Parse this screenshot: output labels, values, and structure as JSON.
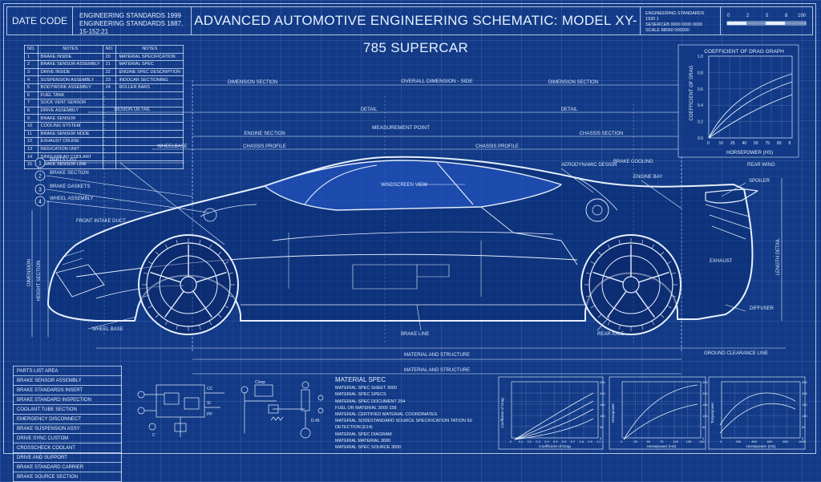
{
  "header": {
    "date_code": "DATE CODE",
    "std_line1": "ENGINEERING STANDARDS 1999",
    "std_line2": "ENGINEERING STANDARDS 1887, 15-152:21",
    "title": "ADVANCED AUTOMOTIVE ENGINEERING SCHEMATIC: MODEL XY-785 SUPERCAR",
    "right_std": [
      "ENGINEERING STANDARDS 1920 1",
      "SESERCEB 0000 0000 0000",
      "SCALE 88060 000000"
    ],
    "scale_ticks": [
      "0",
      "2",
      "5",
      "8",
      "100"
    ]
  },
  "notes_table": {
    "headers": [
      "NO.",
      "NOTES",
      "NO.",
      "NOTES"
    ],
    "rows": [
      [
        "1",
        "BRAKE INSIDE",
        "20",
        "MATERIAL SPECIFICATION"
      ],
      [
        "2",
        "BRAKE SENSOR ASSEMBLY",
        "21",
        "MATERIAL SPEC"
      ],
      [
        "3",
        "DRIVE INSIDE",
        "22",
        "ENGINE SPEC DESCRIPTION"
      ],
      [
        "4",
        "SUSPENSION ASSEMBLY",
        "23",
        "INDOCAR SECTIONING"
      ],
      [
        "5",
        "BODYWORK ASSEMBLY",
        "24",
        "ROLLER BARS"
      ],
      [
        "6",
        "FUEL TANK",
        "",
        ""
      ],
      [
        "7",
        "SOCK VENT SENSOR",
        "",
        ""
      ],
      [
        "8",
        "DRIVE ASSEMBLY",
        "",
        ""
      ],
      [
        "9",
        "BRAKE SENSOR",
        "",
        ""
      ],
      [
        "10",
        "COOLING SYSTEM",
        "",
        ""
      ],
      [
        "11",
        "BRAKE SENSOR NODE",
        "",
        ""
      ],
      [
        "12",
        "EXHAUST CRUISE",
        "",
        ""
      ],
      [
        "13",
        "INDUCATION UNIT",
        "",
        ""
      ],
      [
        "14",
        "SINGLEREAD CODLANT",
        "",
        ""
      ],
      [
        "15",
        "BRAKE SENSOR LINE",
        "",
        ""
      ]
    ]
  },
  "dimensions": {
    "top_label": "OVERALL DIMENSION - SIDE",
    "overall_left": "DIMENSION SECTION",
    "overall_right": "DIMENSION SECTION",
    "sub_left": "DESIGN DETAIL",
    "sub_mid": "DETAIL",
    "sub_right": "DETAIL",
    "mid_label": "MEASUREMENT POINT",
    "section_left": "ENGINE SECTION",
    "section_right": "CHASSIS SECTION",
    "wheelbase_left": "WHEELBASE",
    "wheelbase_mid": "CHASSIS PROFILE",
    "wheelbase_right": "CHASSIS PROFILE",
    "bottom1": "MATERIAL AND STRUCTURE",
    "bottom2": "MATERIAL AND STRUCTURE",
    "bottom_right": "GROUND CLEARANCE LINE",
    "left_vertical": "DIMENSION",
    "left_vertical2": "HEIGHT SECTION",
    "right_vertical": "LENGTH DETAIL"
  },
  "callouts": {
    "c1": "PARTS LIST",
    "c2": "BRAKE SECTION",
    "c3": "BRAKE GASKETS",
    "c4": "WHEEL ASSEMBLY",
    "front": "FRONT INTAKE DUCT",
    "wheel_front": "WHEEL BASE",
    "cabin": "WINDSCREEN VIEW",
    "roof": "AERODYNAMIC DESIGN",
    "rear1": "BRAKE COOLING",
    "rear2": "ENGINE BAY",
    "rear_spoiler": "REAR WING",
    "rear_wing": "SPOILER",
    "rear_side": "EXHAUST",
    "rear_low": "DIFFUSER",
    "rear_wheel": "REAR AXLE",
    "under": "BRAKE LINE"
  },
  "markers": [
    "1",
    "2",
    "3",
    "4"
  ],
  "parts_list": [
    "PARTS LIST AREA",
    "BRAKE SENSOR ASSEMBLY",
    "BRAKE STANDARDS INSERT",
    "BRAKE STANDARD INSPECTION",
    "COOLANT TUBE SECTION",
    "EMERGENCY DISCONNECT",
    "BRAKE SUSPENSION ASSY",
    "DRIVE SYNC CUSTOM",
    "CROSSCHECK COOLANT",
    "DRIVE AND SUPPORT",
    "BRAKE STANDARD CARRIER",
    "BRAKE SOURCE SECTION"
  ],
  "spec": {
    "heading": "MATERIAL SPEC",
    "lines": [
      "MATERIAL SPEC SHEET 3000",
      "MATERIAL SPEC SPECS",
      "MATERIAL SPEC DOCUMENT 254",
      "FUEL OR MATERIAL 3000 158",
      "MATERIAL CERTIFIED MATERIAL COORDINATES",
      "MATERIAL SODESTANDARD SOURCE SPECIFICATION TATION 50 DETECTION (E14)",
      "MATERIAL SPEC DIAGRAM",
      "MATERIAL MATERIAL 3000",
      "MATERIAL SPEC SOURCE 3000"
    ]
  },
  "drag_graph": {
    "title": "COEFFICIENT OF DRAG GRAPH",
    "ylabel": "COEFFICIENT OF DRAG",
    "xlabel": "HORSEPOWER (HS)",
    "xticks": [
      "0",
      "10",
      "25",
      "40",
      "50",
      "75",
      "80",
      "8"
    ],
    "yticks": [
      "1.0",
      "0.8",
      "0.6",
      "0.4",
      "0.2",
      "0.0"
    ]
  },
  "mini_charts": [
    {
      "ylabel": "Coefficient of Drag",
      "xlabel": "Coefficient of Drag",
      "yticks": [
        "250",
        "200",
        "150",
        "100",
        "50",
        "0"
      ],
      "xticks": [
        "0",
        "0.1",
        "0.2",
        "0.3",
        "0.4",
        "0.5",
        "0.6",
        "0.7",
        "0.8",
        "0.9",
        "1.0"
      ]
    },
    {
      "ylabel": "Horsepower",
      "xlabel": "Horsepower (HS)",
      "yticks": [
        "250",
        "200",
        "150",
        "100",
        "50",
        "0"
      ],
      "xticks": [
        "0",
        "25",
        "50",
        "75",
        "100",
        "125",
        "150"
      ]
    },
    {
      "ylabel": "Torquepower",
      "xlabel": "Horsepower (HS)",
      "yticks": [
        "250",
        "200",
        "150",
        "100",
        "50",
        "0"
      ],
      "xticks": [
        "0",
        "200",
        "400",
        "600",
        "800",
        "1000"
      ]
    }
  ],
  "schematic": {
    "left_labels": [
      "CC",
      "SI",
      "PP"
    ],
    "left_caption": "C",
    "right_caption": "Cloop",
    "right_label": "D.45"
  },
  "colors": {
    "background": "#123a86",
    "line": "#e6f0ff",
    "glass": "#2a5fd6"
  }
}
